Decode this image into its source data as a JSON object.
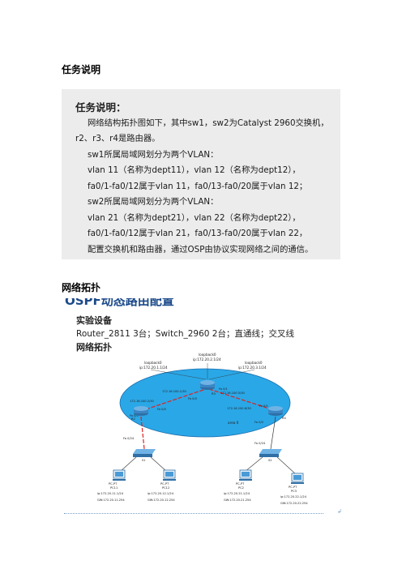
{
  "headings": {
    "task": "任务说明",
    "topology": "网络拓扑"
  },
  "task_box": {
    "title": "任务说明：",
    "lines": [
      "网络结构拓扑图如下，其中sw1，sw2为Catalyst 2960交换机，",
      "r2、r3、r4是路由器。",
      "sw1所属局域网划分为两个VLAN：",
      "vlan 11（名称为dept11），vlan 12（名称为dept12），",
      "fa0/1-fa0/12属于vlan 11，fa0/13-fa0/20属于vlan 12；",
      "sw2所属局域网划分为两个VLAN：",
      "vlan 21（名称为dept21），vlan 22（名称为dept22），",
      "fa0/1-fa0/12属于vlan 21，fa0/13-fa0/20属于vlan 22，",
      "配置交换机和路由器，通过OSP由协议实现网络之间的通信。"
    ]
  },
  "figure": {
    "cut_title": "OSPF动态路由配置",
    "equipment_heading": "实验设备",
    "equipment_line": "Router_2811 3台；Switch_2960 2台；直通线；交叉线",
    "topology_heading": "网络拓扑",
    "loopbacks": [
      {
        "name": "loopback0",
        "ip": "ip:172.20.1.1/24"
      },
      {
        "name": "loopback0",
        "ip": "ip:172.20.2.1/24"
      },
      {
        "name": "loopback0",
        "ip": "ip:172.20.3.1/24"
      }
    ],
    "area_label": "area 0",
    "routers": [
      "R2",
      "R3",
      "R4"
    ],
    "link_labels": {
      "r2_r3": "172.16.100.1/30",
      "r3_r4": "172.16.100.5/30",
      "r2_left": "172.16.100.2/30",
      "r4_right": "172.16.100.6/30",
      "r2_fa": "Fa 0/0",
      "r3_fa0": "Fa 0/0",
      "r3_fa1": "Fa 0/1",
      "r4_fa": "Fa 0/1",
      "r2_down": "Fa 0/1",
      "r4_down": "Fa 0/0"
    },
    "switches": [
      {
        "name": "S1",
        "uplink": "Fa 0/24"
      },
      {
        "name": "S2",
        "uplink": "Fa 0/24"
      }
    ],
    "pcs": [
      {
        "model": "PC-PT",
        "name": "PC11",
        "ip": "ip:172.20.11.1/24",
        "gw": "GW:172.20.11.254"
      },
      {
        "model": "PC-PT",
        "name": "PC12",
        "ip": "ip:172.20.12.1/24",
        "gw": "GW:172.20.12.254"
      },
      {
        "model": "PC-PT",
        "name": "PC2",
        "ip": "ip:172.20.21.1/24",
        "gw": "GW:172.20.21.254"
      },
      {
        "model": "PC-PT",
        "name": "PC3",
        "ip": "ip:172.20.22.1/24",
        "gw": "GW:172.20.22.254"
      }
    ],
    "colors": {
      "area": "#2aa7e6",
      "area_edge": "#1a6fb0",
      "title": "#1c4a8a",
      "link_red": "#e02020"
    }
  }
}
